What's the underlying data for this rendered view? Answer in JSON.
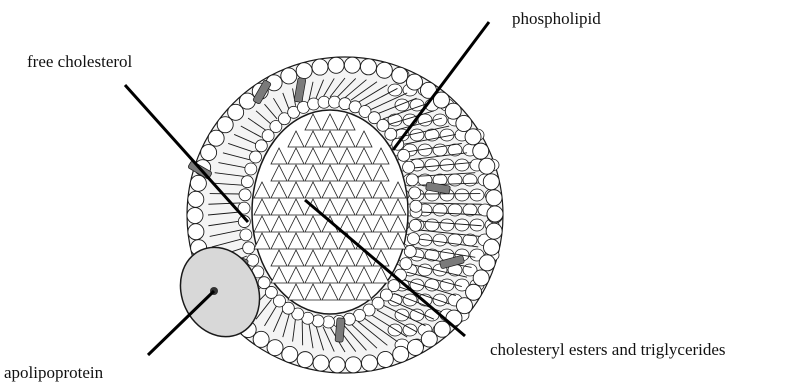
{
  "labels": {
    "phospholipid": "phospholipid",
    "free_cholesterol": "free cholesterol",
    "core": "cholesteryl esters and triglycerides",
    "apolipoprotein": "apolipoprotein"
  },
  "colors": {
    "outline": "#1a1a1a",
    "head_fill": "#ffffff",
    "cholesterol_fill": "#7a7a7a",
    "apolipoprotein_fill": "#d8d8d8",
    "leader_line": "#000000"
  }
}
